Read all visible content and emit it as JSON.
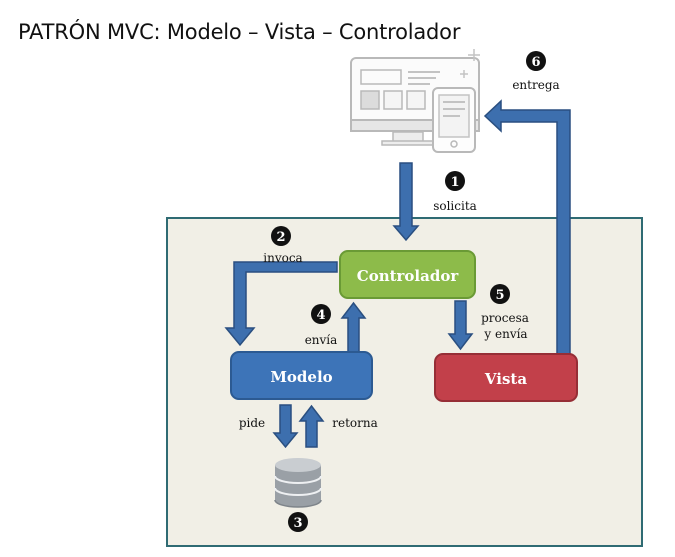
{
  "title": "PATRÓN MVC: Modelo – Vista – Controlador",
  "nodes": {
    "controlador": "Controlador",
    "modelo": "Modelo",
    "vista": "Vista"
  },
  "steps": [
    {
      "number": "1",
      "label": "solicita"
    },
    {
      "number": "2",
      "label": "invoca"
    },
    {
      "number": "3",
      "label": ""
    },
    {
      "number": "4",
      "label": "envía"
    },
    {
      "number": "5",
      "label_line1": "procesa",
      "label_line2": "y envía"
    },
    {
      "number": "6",
      "label": "entrega"
    }
  ],
  "db_labels": {
    "pide": "pide",
    "retorna": "retorna"
  },
  "colors": {
    "arrow": "#3d6fae",
    "arrow_stroke": "#2a4f80",
    "panel_bg": "#f1efe6",
    "panel_border": "#2f6b73",
    "controlador_fill": "#8dbb4a",
    "controlador_border": "#6a9a35",
    "modelo_fill": "#3d74b8",
    "modelo_border": "#2c5a92",
    "vista_fill": "#c2404a",
    "vista_border": "#962e36",
    "badge": "#111111"
  },
  "icons": {
    "client": "desktop-and-tablet-icon",
    "database": "database-icon"
  }
}
